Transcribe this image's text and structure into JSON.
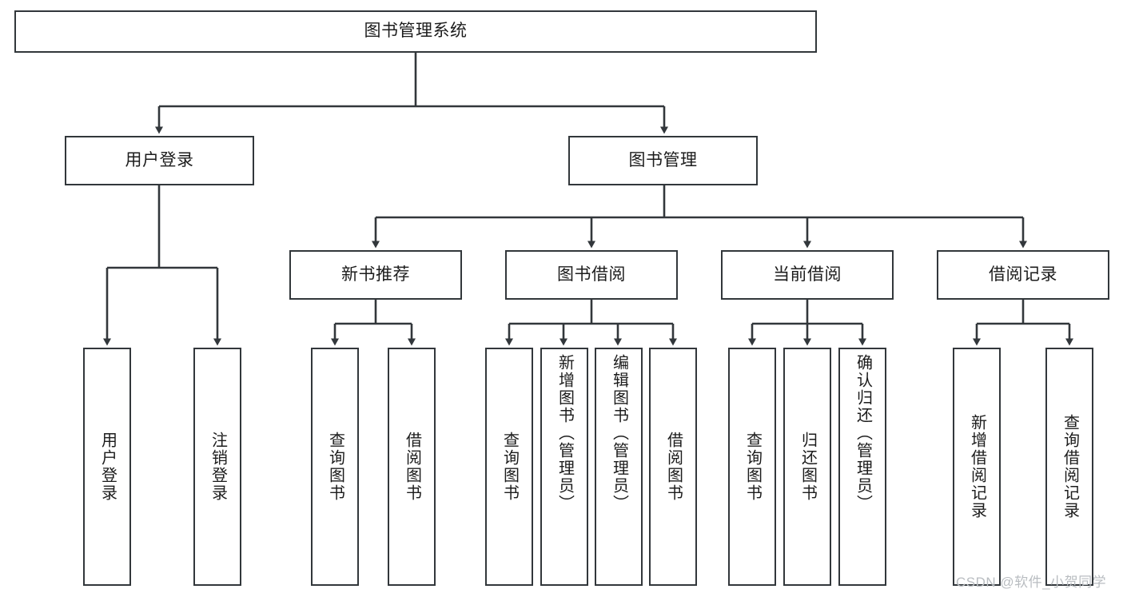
{
  "diagram": {
    "type": "tree-hierarchy-chart",
    "title": "图书管理系统",
    "stroke_color": "#32373b",
    "text_color": "#1c1c1c",
    "background": "#ffffff",
    "nodes": {
      "root": {
        "label": "图书管理系统",
        "level": 0,
        "orientation": "horizontal"
      },
      "l1": [
        {
          "id": "user-login",
          "label": "用户登录",
          "orientation": "horizontal"
        },
        {
          "id": "book-management",
          "label": "图书管理",
          "orientation": "horizontal"
        }
      ],
      "l2": [
        {
          "id": "new-book-recommend",
          "label": "新书推荐",
          "orientation": "horizontal"
        },
        {
          "id": "book-borrow",
          "label": "图书借阅",
          "orientation": "horizontal"
        },
        {
          "id": "current-borrow",
          "label": "当前借阅",
          "orientation": "horizontal"
        },
        {
          "id": "borrow-record",
          "label": "借阅记录",
          "orientation": "horizontal"
        }
      ],
      "leaves": [
        {
          "id": "leaf-user-login",
          "label": "用户登录",
          "parent": "user-login"
        },
        {
          "id": "leaf-logout",
          "label": "注销登录",
          "parent": "user-login"
        },
        {
          "id": "leaf-query-book-1",
          "label": "查询图书",
          "parent": "new-book-recommend"
        },
        {
          "id": "leaf-borrow-book-1",
          "label": "借阅图书",
          "parent": "new-book-recommend"
        },
        {
          "id": "leaf-query-book-2",
          "label": "查询图书",
          "parent": "book-borrow"
        },
        {
          "id": "leaf-add-book",
          "label": "新增图书（管理员）",
          "parent": "book-borrow"
        },
        {
          "id": "leaf-edit-book",
          "label": "编辑图书（管理员）",
          "parent": "book-borrow"
        },
        {
          "id": "leaf-borrow-book-2",
          "label": "借阅图书",
          "parent": "book-borrow"
        },
        {
          "id": "leaf-query-book-3",
          "label": "查询图书",
          "parent": "current-borrow"
        },
        {
          "id": "leaf-return-book",
          "label": "归还图书",
          "parent": "current-borrow"
        },
        {
          "id": "leaf-confirm-return",
          "label": "确认归还（管理员）",
          "parent": "current-borrow"
        },
        {
          "id": "leaf-add-record",
          "label": "新增借阅记录",
          "parent": "borrow-record"
        },
        {
          "id": "leaf-query-record",
          "label": "查询借阅记录",
          "parent": "borrow-record"
        }
      ]
    }
  },
  "watermark": {
    "text": "CSDN @软件_小贺同学",
    "color": "#b9bdc1"
  }
}
